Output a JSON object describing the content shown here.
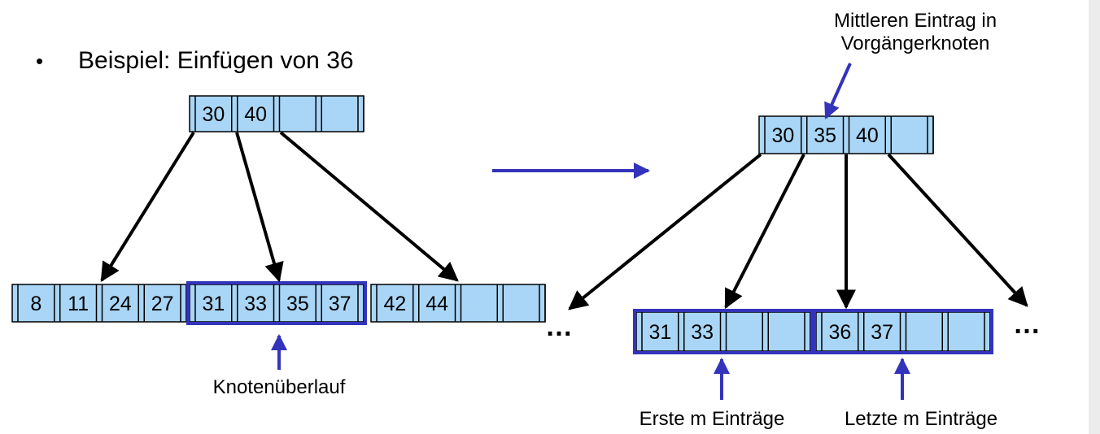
{
  "bullet": {
    "symbol": "•",
    "text": "Beispiel: Einfügen von 36"
  },
  "annotations": {
    "middle_entry_line1": "Mittleren Eintrag in",
    "middle_entry_line2": "Vorgängerknoten",
    "overflow": "Knotenüberlauf",
    "first_m": "Erste m Einträge",
    "last_m": "Letzte m Einträge",
    "ellipsis_left": "…",
    "ellipsis_right": "…"
  },
  "colors": {
    "cell_fill": "#a9d6f6",
    "highlight": "#3333bb",
    "edge": "#000000"
  },
  "before": {
    "root": [
      "30",
      "40",
      "",
      ""
    ],
    "children": [
      [
        "8",
        "11",
        "24",
        "27"
      ],
      [
        "31",
        "33",
        "35",
        "37"
      ],
      [
        "42",
        "44",
        "",
        ""
      ]
    ]
  },
  "after": {
    "root": [
      "30",
      "35",
      "40",
      ""
    ],
    "children": [
      [
        "31",
        "33",
        "",
        ""
      ],
      [
        "36",
        "37",
        "",
        ""
      ]
    ]
  }
}
